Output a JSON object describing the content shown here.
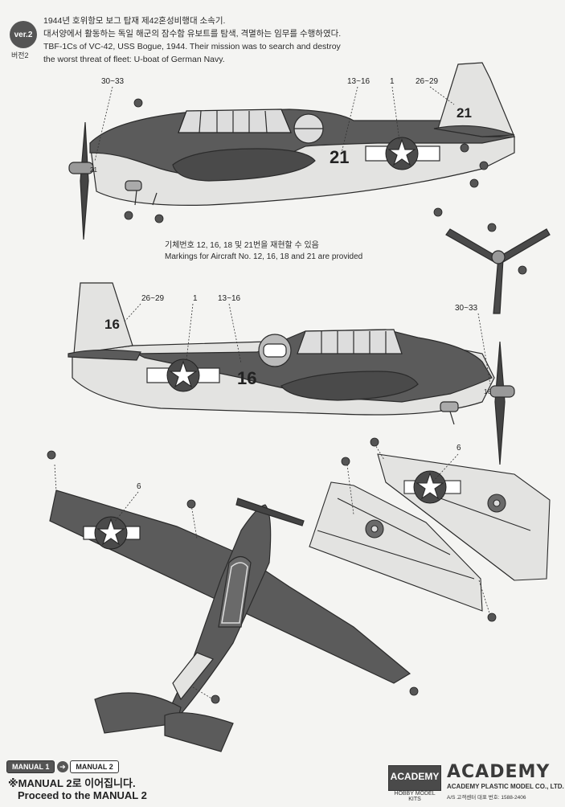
{
  "header": {
    "badge": "ver.2",
    "badge_sub": "버전2",
    "line1": "1944년 호위항모 보그 탑재 제42혼성비행대 소속기.",
    "line2": "대서양에서 활동하는 독일 해군의 잠수함 유보트를 탐색, 격멸하는 임무를 수행하였다.",
    "line3": "TBF-1Cs of VC-42, USS Bogue, 1944. Their mission was to search and destroy",
    "line4": "the worst threat of fleet: U-boat of German Navy."
  },
  "markings_note": {
    "ko": "기체번호 12, 16, 18 및 21번을 재현할 수 있음",
    "en": "Markings for Aircraft No. 12, 16, 18 and 21 are provided"
  },
  "callouts": {
    "top_30_33": "30~33",
    "top_13_16": "13~16",
    "top_1": "1",
    "top_26_29": "26~29",
    "mid_26_29": "26~29",
    "mid_1": "1",
    "mid_13_16": "13~16",
    "mid_30_33": "30~33",
    "wing_6a": "6",
    "wing_6b": "6"
  },
  "aircraft_numbers": {
    "top_side": "21",
    "top_tail": "21",
    "top_nose": "21",
    "mid_side": "16",
    "mid_tail": "16",
    "mid_nose": "16"
  },
  "colors": {
    "dark_gray": "#5b5b5b",
    "light_gray": "#e3e3e1",
    "line": "#2b2b2b",
    "paint_marker": "#555555"
  },
  "footer": {
    "tab1": "MANUAL 1",
    "tab2": "MANUAL 2",
    "proceed_ko": "※MANUAL 2로 이어집니다.",
    "proceed_en": "Proceed to the MANUAL 2",
    "box_brand": "ACADEMY",
    "box_sub": "HOBBY MODEL KITS",
    "logo": "ACADEMY",
    "company": "ACADEMY PLASTIC MODEL CO., LTD.",
    "tel": "A/S 고객센터 대표 번호: 1588-2406"
  }
}
